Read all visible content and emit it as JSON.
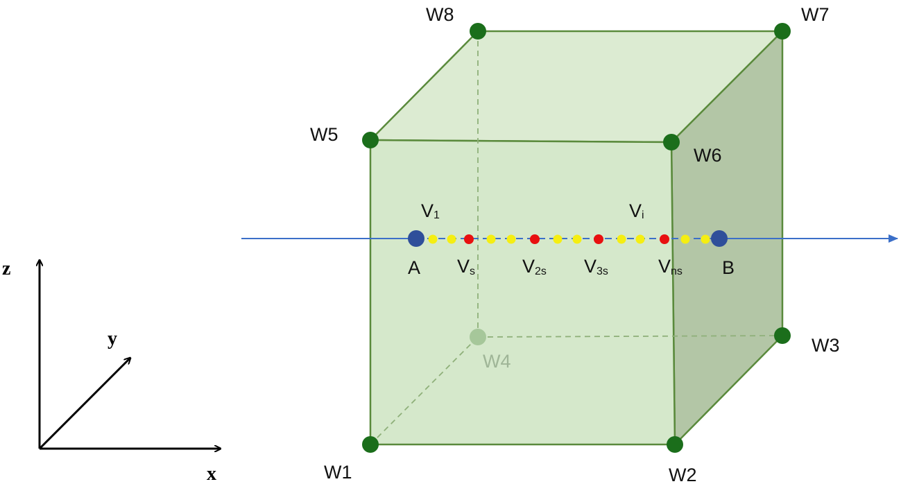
{
  "axes": {
    "x": "x",
    "y": "y",
    "z": "z"
  },
  "vertices": {
    "W1": "W1",
    "W2": "W2",
    "W3": "W3",
    "W4": "W4",
    "W5": "W5",
    "W6": "W6",
    "W7": "W7",
    "W8": "W8"
  },
  "ray": {
    "start": "A",
    "end": "B",
    "first_sample": {
      "base": "V",
      "sub": "1"
    },
    "i_sample": {
      "base": "V",
      "sub": "i"
    },
    "s_samples": [
      {
        "base": "V",
        "sub": "s"
      },
      {
        "base": "V",
        "sub": "2s"
      },
      {
        "base": "V",
        "sub": "3s"
      },
      {
        "base": "V",
        "sub": "ns"
      }
    ]
  },
  "colors": {
    "cube_face": "#d6e8cc",
    "cube_side": "#b3c6a6",
    "cube_edge": "#5a8a3c",
    "vertex": "#1b6e1b",
    "ray": "#3b6fc8",
    "endpoint": "#2f4f9a",
    "sample": "#f5ee12",
    "s_sample": "#e81010"
  }
}
